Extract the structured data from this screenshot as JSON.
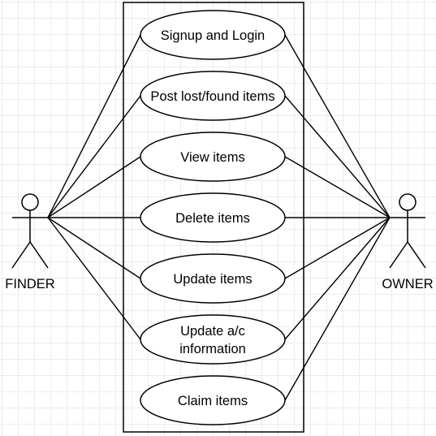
{
  "use_cases": [
    {
      "id": "signup",
      "lines": [
        "Signup and Login"
      ]
    },
    {
      "id": "post",
      "lines": [
        "Post lost/found items"
      ]
    },
    {
      "id": "view",
      "lines": [
        "View items"
      ]
    },
    {
      "id": "delete",
      "lines": [
        "Delete items"
      ]
    },
    {
      "id": "update",
      "lines": [
        "Update items"
      ]
    },
    {
      "id": "update-ac",
      "lines": [
        "Update a/c",
        "information"
      ]
    },
    {
      "id": "claim",
      "lines": [
        "Claim items"
      ]
    }
  ],
  "actors": {
    "finder": {
      "label": "FINDER"
    },
    "owner": {
      "label": "OWNER"
    }
  },
  "associations": [
    {
      "actor": "finder",
      "use_case": "signup"
    },
    {
      "actor": "finder",
      "use_case": "post"
    },
    {
      "actor": "finder",
      "use_case": "view"
    },
    {
      "actor": "finder",
      "use_case": "delete"
    },
    {
      "actor": "finder",
      "use_case": "update"
    },
    {
      "actor": "finder",
      "use_case": "update-ac"
    },
    {
      "actor": "owner",
      "use_case": "signup"
    },
    {
      "actor": "owner",
      "use_case": "post"
    },
    {
      "actor": "owner",
      "use_case": "view"
    },
    {
      "actor": "owner",
      "use_case": "delete"
    },
    {
      "actor": "owner",
      "use_case": "update"
    },
    {
      "actor": "owner",
      "use_case": "update-ac"
    },
    {
      "actor": "owner",
      "use_case": "claim"
    }
  ]
}
